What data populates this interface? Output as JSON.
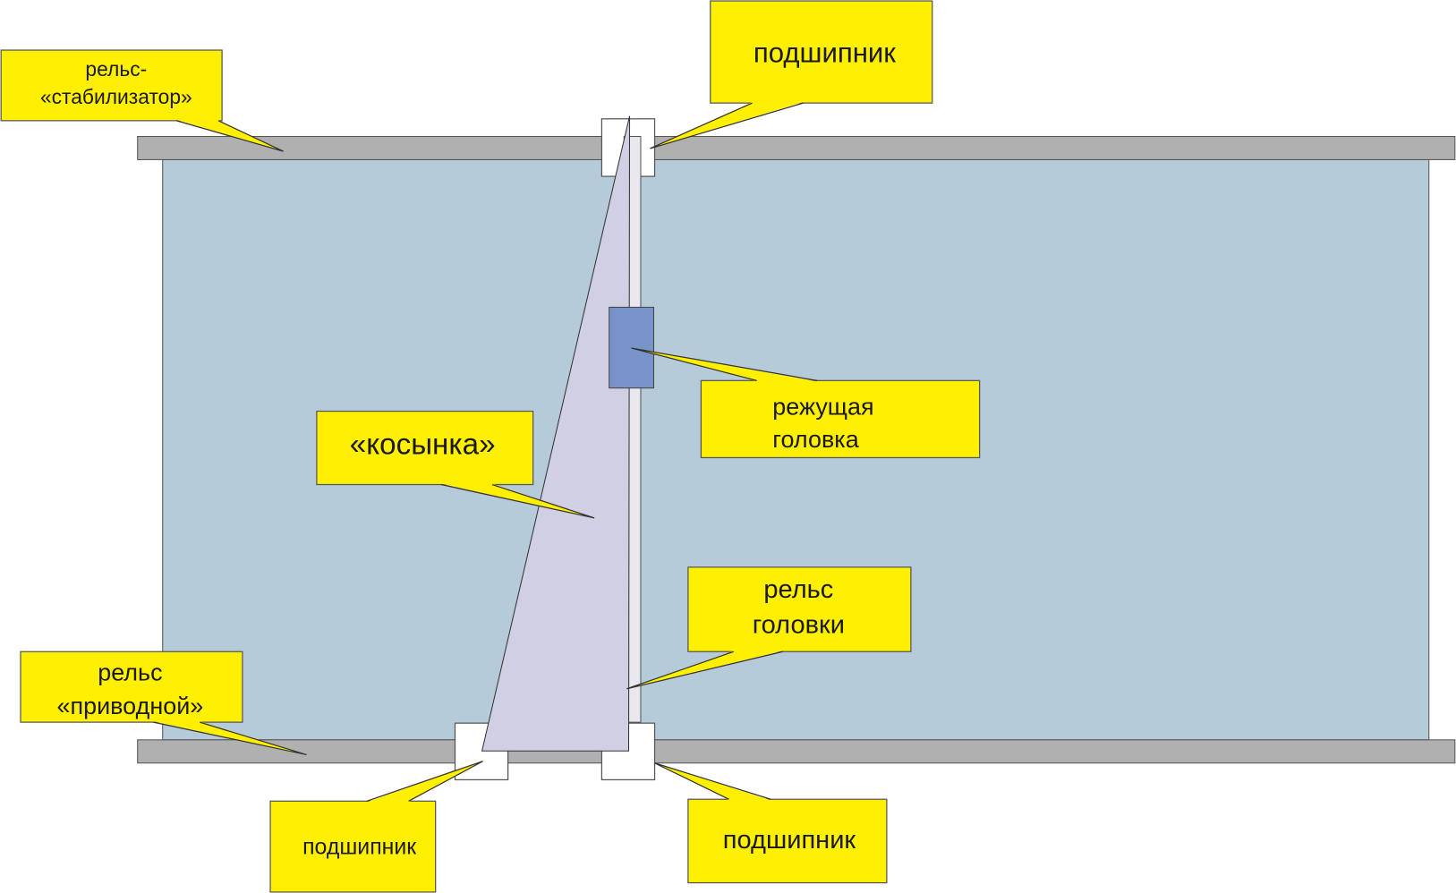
{
  "colors": {
    "panel": "#b6cbd9",
    "rail": "#b0b0b0",
    "label_bg": "#ffef00",
    "gusset": "#d0cfe4",
    "head_rail": "#e8e8ee",
    "cutting_head": "#7893c8"
  },
  "labels": {
    "stabilizer_rail": {
      "line1": "рельс-",
      "line2": "«стабилизатор»"
    },
    "bearing_top": "подшипник",
    "cutting_head": {
      "line1": "режущая",
      "line2": "головка"
    },
    "gusset": "«косынка»",
    "head_rail": {
      "line1": "рельс",
      "line2": "головки"
    },
    "drive_rail": {
      "line1": "рельс",
      "line2": "«приводной»"
    },
    "bearing_bottom_left": "подшипник",
    "bearing_bottom_right": "подшипник"
  }
}
